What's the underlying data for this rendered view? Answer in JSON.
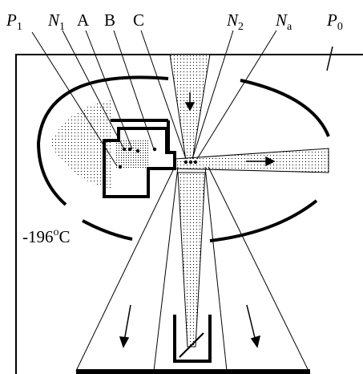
{
  "labels": {
    "p1": {
      "main": "P",
      "sub": "1"
    },
    "n1": {
      "main": "N",
      "sub": "1"
    },
    "a": "A",
    "b": "B",
    "c": "C",
    "n2": {
      "main": "N",
      "sub": "2"
    },
    "na": {
      "main": "N",
      "sub": "a"
    },
    "p0": {
      "main": "P",
      "sub": "0"
    },
    "temperature": {
      "value": "-196",
      "degree": "o",
      "unit": "C"
    }
  }
}
